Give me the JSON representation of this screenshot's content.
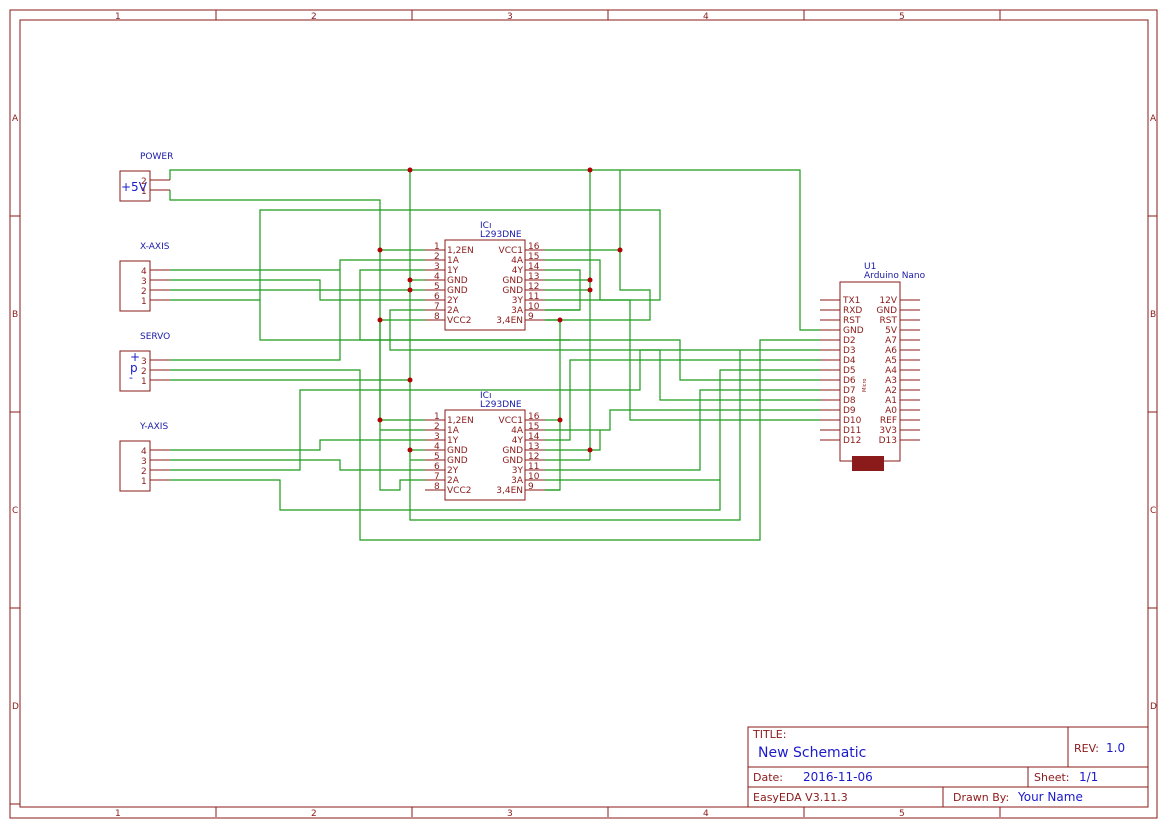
{
  "frame": {
    "columns": [
      "1",
      "2",
      "3",
      "4",
      "5"
    ],
    "rows": [
      "A",
      "B",
      "C",
      "D"
    ]
  },
  "connectors": {
    "power": {
      "title": "POWER",
      "inner_label": "+5V",
      "pins": [
        "2",
        "1"
      ]
    },
    "x_axis": {
      "title": "X-AXIS",
      "pins": [
        "4",
        "3",
        "2",
        "1"
      ]
    },
    "servo": {
      "title": "SERVO",
      "plus": "+",
      "p": "p",
      "minus": "-",
      "pins": [
        "3",
        "2",
        "1"
      ]
    },
    "y_axis": {
      "title": "Y-AXIS",
      "pins": [
        "4",
        "3",
        "2",
        "1"
      ]
    }
  },
  "ic_top": {
    "ref": "ICı",
    "part": "L293DNE",
    "left_pins": [
      {
        "num": "1",
        "name": "1,2EN"
      },
      {
        "num": "2",
        "name": "1A"
      },
      {
        "num": "3",
        "name": "1Y"
      },
      {
        "num": "4",
        "name": "GND"
      },
      {
        "num": "5",
        "name": "GND"
      },
      {
        "num": "6",
        "name": "2Y"
      },
      {
        "num": "7",
        "name": "2A"
      },
      {
        "num": "8",
        "name": "VCC2"
      }
    ],
    "right_pins": [
      {
        "num": "16",
        "name": "VCC1"
      },
      {
        "num": "15",
        "name": "4A"
      },
      {
        "num": "14",
        "name": "4Y"
      },
      {
        "num": "13",
        "name": "GND"
      },
      {
        "num": "12",
        "name": "GND"
      },
      {
        "num": "11",
        "name": "3Y"
      },
      {
        "num": "10",
        "name": "3A"
      },
      {
        "num": "9",
        "name": "3,4EN"
      }
    ]
  },
  "ic_bottom": {
    "ref": "ICı",
    "part": "L293DNE",
    "left_pins": [
      {
        "num": "1",
        "name": "1,2EN"
      },
      {
        "num": "2",
        "name": "1A"
      },
      {
        "num": "3",
        "name": "1Y"
      },
      {
        "num": "4",
        "name": "GND"
      },
      {
        "num": "5",
        "name": "GND"
      },
      {
        "num": "6",
        "name": "2Y"
      },
      {
        "num": "7",
        "name": "2A"
      },
      {
        "num": "8",
        "name": "VCC2"
      }
    ],
    "right_pins": [
      {
        "num": "16",
        "name": "VCC1"
      },
      {
        "num": "15",
        "name": "4A"
      },
      {
        "num": "14",
        "name": "4Y"
      },
      {
        "num": "13",
        "name": "GND"
      },
      {
        "num": "12",
        "name": "GND"
      },
      {
        "num": "11",
        "name": "3Y"
      },
      {
        "num": "10",
        "name": "3A"
      },
      {
        "num": "9",
        "name": "3,4EN"
      }
    ]
  },
  "arduino": {
    "ref": "U1",
    "part": "Arduino Nano",
    "left_pins": [
      "TX1",
      "RXD",
      "RST",
      "GND",
      "D2",
      "D3",
      "D4",
      "D5",
      "D6",
      "D7",
      "D8",
      "D9",
      "D10",
      "D11",
      "D12"
    ],
    "right_pins": [
      "12V",
      "GND",
      "RST",
      "5V",
      "A7",
      "A6",
      "A5",
      "A4",
      "A3",
      "A2",
      "A1",
      "A0",
      "REF",
      "3V3",
      "D13"
    ],
    "usb_label": "Micro"
  },
  "title_block": {
    "title_label": "TITLE:",
    "title_value": "New Schematic",
    "rev_label": "REV:",
    "rev_value": "1.0",
    "date_label": "Date:",
    "date_value": "2016-11-06",
    "sheet_label": "Sheet:",
    "sheet_value": "1/1",
    "tool": "EasyEDA V3.11.3",
    "drawn_label": "Drawn By:",
    "drawn_value": "Your Name"
  }
}
